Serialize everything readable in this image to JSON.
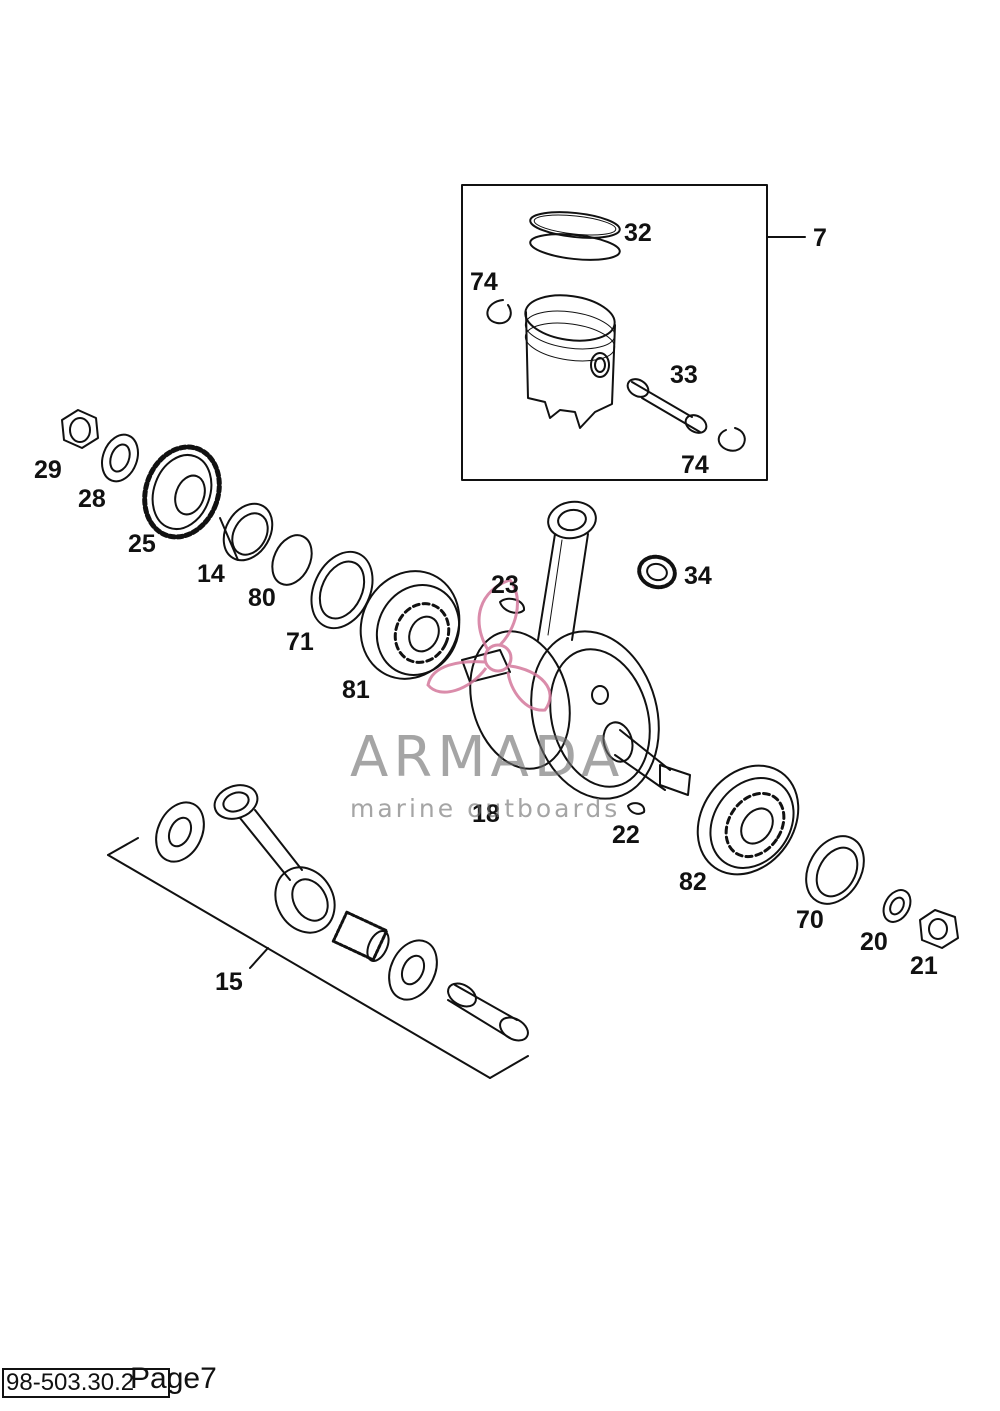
{
  "callouts": [
    {
      "id": "l7",
      "text": "7"
    },
    {
      "id": "l32",
      "text": "32"
    },
    {
      "id": "l74a",
      "text": "74"
    },
    {
      "id": "l33",
      "text": "33"
    },
    {
      "id": "l74b",
      "text": "74"
    },
    {
      "id": "l29",
      "text": "29"
    },
    {
      "id": "l28",
      "text": "28"
    },
    {
      "id": "l25",
      "text": "25"
    },
    {
      "id": "l14",
      "text": "14"
    },
    {
      "id": "l80",
      "text": "80"
    },
    {
      "id": "l71",
      "text": "71"
    },
    {
      "id": "l81",
      "text": "81"
    },
    {
      "id": "l23",
      "text": "23"
    },
    {
      "id": "l34",
      "text": "34"
    },
    {
      "id": "l18",
      "text": "18"
    },
    {
      "id": "l22",
      "text": "22"
    },
    {
      "id": "l82",
      "text": "82"
    },
    {
      "id": "l70",
      "text": "70"
    },
    {
      "id": "l20",
      "text": "20"
    },
    {
      "id": "l21",
      "text": "21"
    },
    {
      "id": "l15",
      "text": "15"
    }
  ],
  "watermark": {
    "title": "ARMADA",
    "subtitle": "marine outboards",
    "logo_color": "#d4789c"
  },
  "footer": {
    "code": "98-503.30.2",
    "page": "Page7"
  }
}
